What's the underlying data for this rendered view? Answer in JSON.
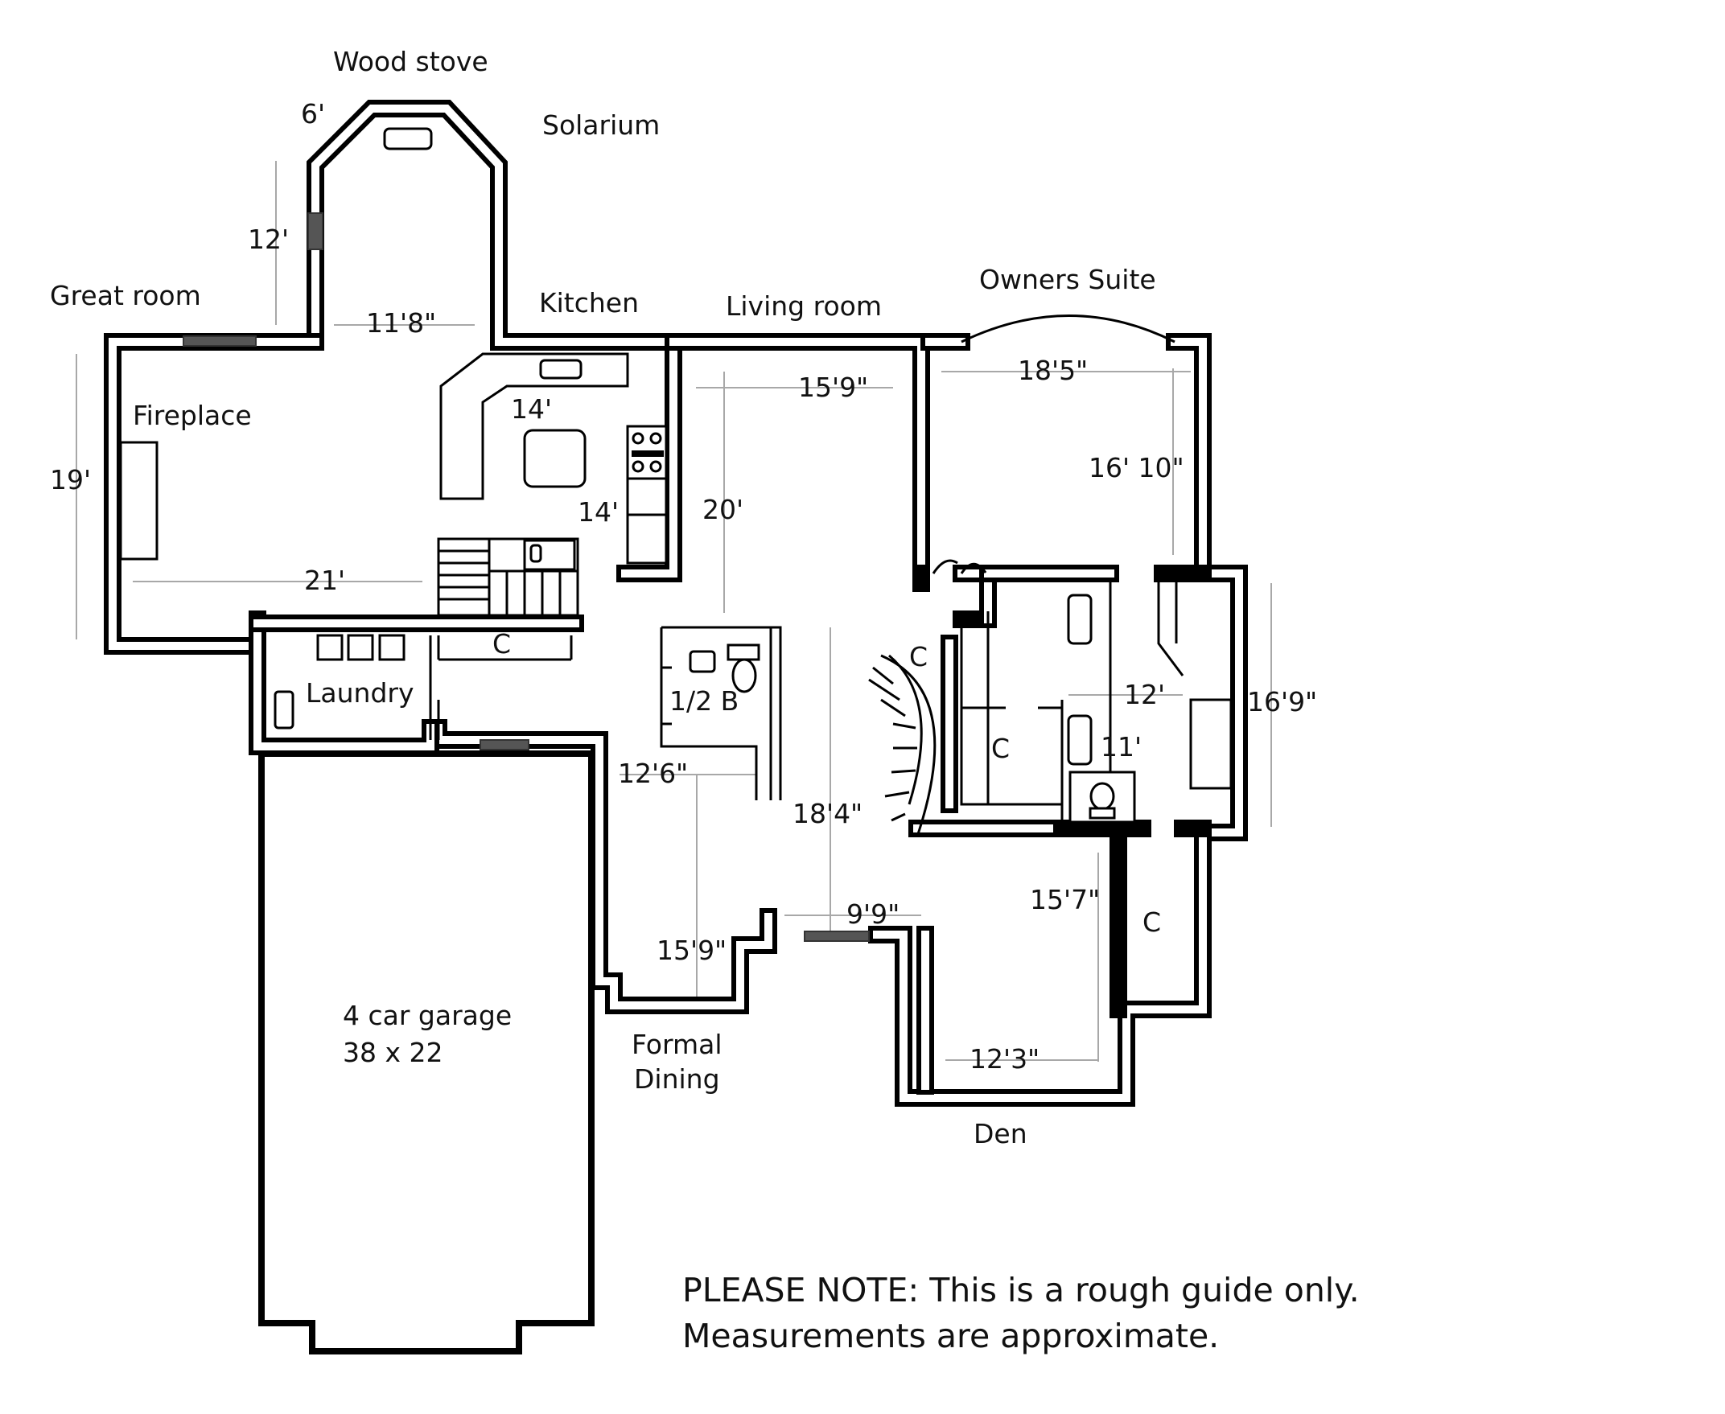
{
  "rooms": {
    "wood_stove": "Wood stove",
    "solarium": "Solarium",
    "great_room": "Great room",
    "fireplace": "Fireplace",
    "kitchen": "Kitchen",
    "living_room": "Living room",
    "owners_suite": "Owners Suite",
    "laundry": "Laundry",
    "half_bath": "1/2 B",
    "garage_line1": "4 car garage",
    "garage_line2": "38 x 22",
    "formal_dining_line1": "Formal",
    "formal_dining_line2": "Dining",
    "den": "Den",
    "closet": "C"
  },
  "dimensions": {
    "solarium_angle": "6'",
    "solarium_length": "12'",
    "solarium_width": "11'8\"",
    "great_room_depth": "19'",
    "great_room_width": "21'",
    "kitchen_width": "14'",
    "kitchen_depth": "14'",
    "living_width": "15'9\"",
    "living_depth": "20'",
    "suite_width": "18'5\"",
    "suite_depth": "16' 10\"",
    "bath_width": "12'",
    "bath_depth": "11'",
    "suite_total": "16'9\"",
    "dining_depth": "12'6\"",
    "foyer_depth": "18'4\"",
    "dining_width": "15'9\"",
    "foyer_width": "9'9\"",
    "den_depth": "15'7\"",
    "den_width": "12'3\""
  },
  "note": {
    "line1": "PLEASE NOTE: This is a rough guide only.",
    "line2": "Measurements are approximate."
  }
}
